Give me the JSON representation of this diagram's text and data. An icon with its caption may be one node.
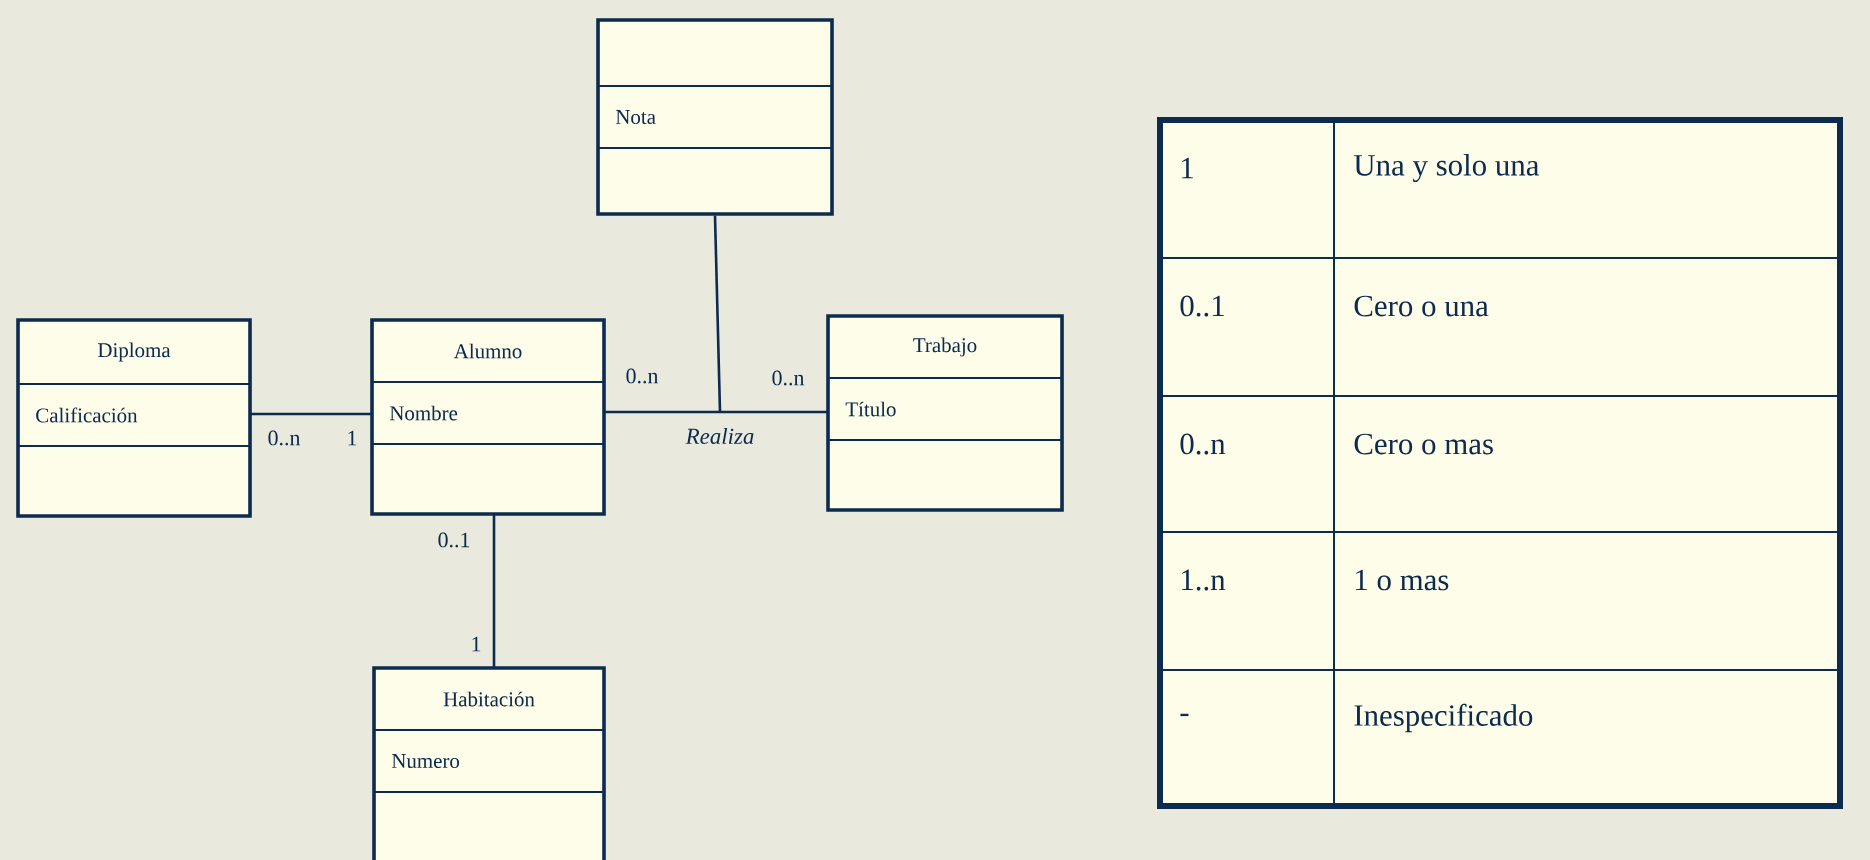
{
  "diagram": {
    "nodes": [
      {
        "text": [
          "Nota"
        ]
      },
      {
        "text": [
          "Diploma",
          "Calificación"
        ]
      },
      {
        "text": [
          "Alumno",
          "Nombre"
        ]
      },
      {
        "text": [
          "Trabajo",
          "Título"
        ]
      },
      {
        "text": [
          "Habitación",
          "Numero"
        ]
      }
    ],
    "edges": [
      {
        "from": 0,
        "to": null,
        "arrow": "none"
      },
      {
        "from": 1,
        "to": 2,
        "arrow": "none"
      },
      {
        "from": 2,
        "to": 3,
        "arrow": "none",
        "label": "Realiza"
      },
      {
        "from": 2,
        "to": 4,
        "arrow": "none"
      }
    ],
    "labels": [
      "0..n",
      "0..n",
      "0..n",
      "1",
      "0..1",
      "1",
      "1",
      "Una y solo una",
      "0..1",
      "Cero o una",
      "0..n",
      "Cero o mas",
      "1..n",
      "1 o mas",
      "-",
      "Inespecificado"
    ]
  }
}
